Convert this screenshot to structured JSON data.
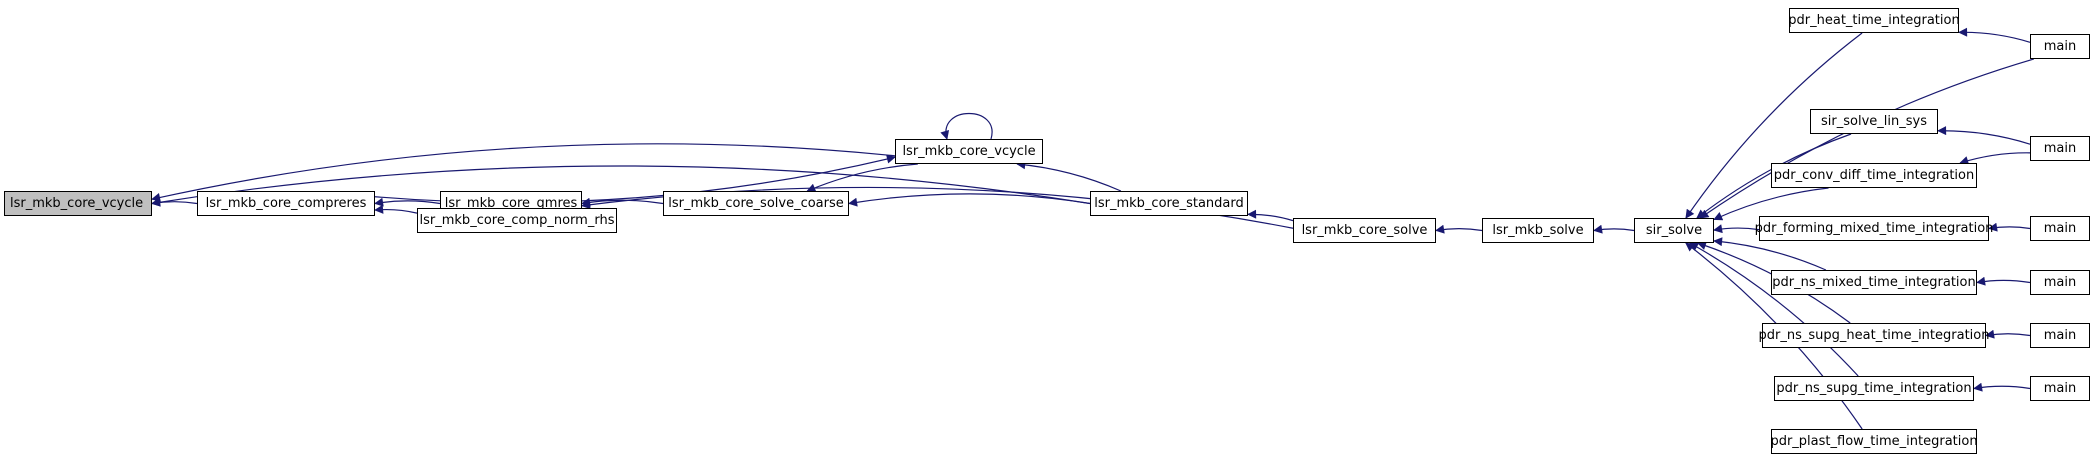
{
  "diagram": {
    "edge_color": "#191970",
    "root_fill": "#bfbfbf",
    "nodes": {
      "n_vcycle_root": "lsr_mkb_core_vcycle",
      "n_compreres": "lsr_mkb_core_compreres",
      "n_gmres": "lsr_mkb_core_gmres",
      "n_comp_norm_rhs": "lsr_mkb_core_comp_norm_rhs",
      "n_solve_coarse": "lsr_mkb_core_solve_coarse",
      "n_vcycle2": "lsr_mkb_core_vcycle",
      "n_standard": "lsr_mkb_core_standard",
      "n_core_solve": "lsr_mkb_core_solve",
      "n_mkb_solve": "lsr_mkb_solve",
      "n_sir_solve": "sir_solve",
      "n_heat": "pdr_heat_time_integration",
      "n_lin_sys": "sir_solve_lin_sys",
      "n_conv_diff": "pdr_conv_diff_time_integration",
      "n_forming": "pdr_forming_mixed_time_integration",
      "n_ns_mixed": "pdr_ns_mixed_time_integration",
      "n_ns_supg_heat": "pdr_ns_supg_heat_time_integration",
      "n_ns_supg": "pdr_ns_supg_time_integration",
      "n_plast": "pdr_plast_flow_time_integration",
      "n_main1": "main",
      "n_main2": "main",
      "n_main3": "main",
      "n_main4": "main",
      "n_main5": "main",
      "n_main6": "main"
    },
    "edges": [
      [
        "n_compreres",
        "n_vcycle_root"
      ],
      [
        "n_vcycle2",
        "n_vcycle_root"
      ],
      [
        "n_standard",
        "n_vcycle_root"
      ],
      [
        "n_gmres",
        "n_compreres"
      ],
      [
        "n_comp_norm_rhs",
        "n_compreres"
      ],
      [
        "n_compreres",
        "n_vcycle2"
      ],
      [
        "n_vcycle2",
        "n_vcycle2"
      ],
      [
        "n_solve_coarse",
        "n_gmres"
      ],
      [
        "n_core_solve",
        "n_gmres"
      ],
      [
        "n_vcycle2",
        "n_solve_coarse"
      ],
      [
        "n_standard",
        "n_solve_coarse"
      ],
      [
        "n_standard",
        "n_vcycle2"
      ],
      [
        "n_core_solve",
        "n_standard"
      ],
      [
        "n_mkb_solve",
        "n_core_solve"
      ],
      [
        "n_sir_solve",
        "n_mkb_solve"
      ],
      [
        "n_heat",
        "n_sir_solve"
      ],
      [
        "n_main1",
        "n_sir_solve"
      ],
      [
        "n_lin_sys",
        "n_sir_solve"
      ],
      [
        "n_conv_diff",
        "n_sir_solve"
      ],
      [
        "n_forming",
        "n_sir_solve"
      ],
      [
        "n_ns_mixed",
        "n_sir_solve"
      ],
      [
        "n_ns_supg_heat",
        "n_sir_solve"
      ],
      [
        "n_ns_supg",
        "n_sir_solve"
      ],
      [
        "n_plast",
        "n_sir_solve"
      ],
      [
        "n_main1",
        "n_heat"
      ],
      [
        "n_main2",
        "n_lin_sys"
      ],
      [
        "n_main2",
        "n_conv_diff"
      ],
      [
        "n_main3",
        "n_forming"
      ],
      [
        "n_main4",
        "n_ns_mixed"
      ],
      [
        "n_main5",
        "n_ns_supg_heat"
      ],
      [
        "n_main6",
        "n_ns_supg"
      ]
    ]
  }
}
